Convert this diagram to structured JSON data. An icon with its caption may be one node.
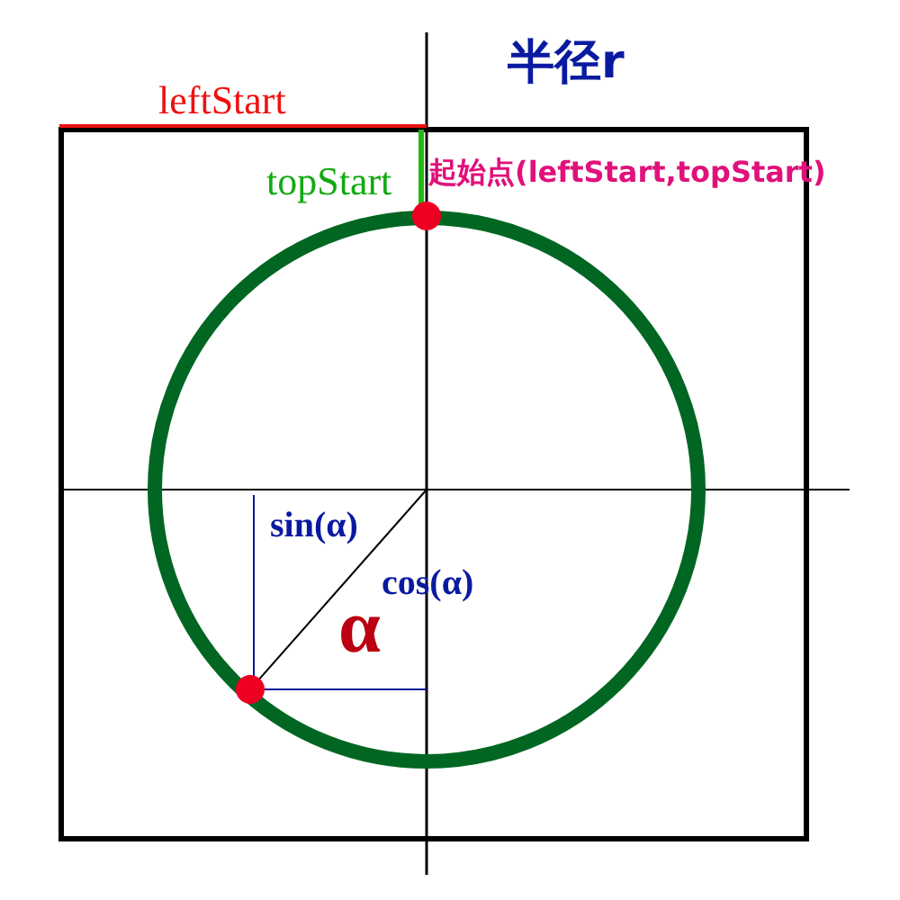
{
  "diagram": {
    "labels": [
      "半径r",
      "leftStart",
      "topStart",
      "起始点(leftStart,topStart)",
      "sin(α)",
      "cos(α)",
      "α"
    ]
  }
}
